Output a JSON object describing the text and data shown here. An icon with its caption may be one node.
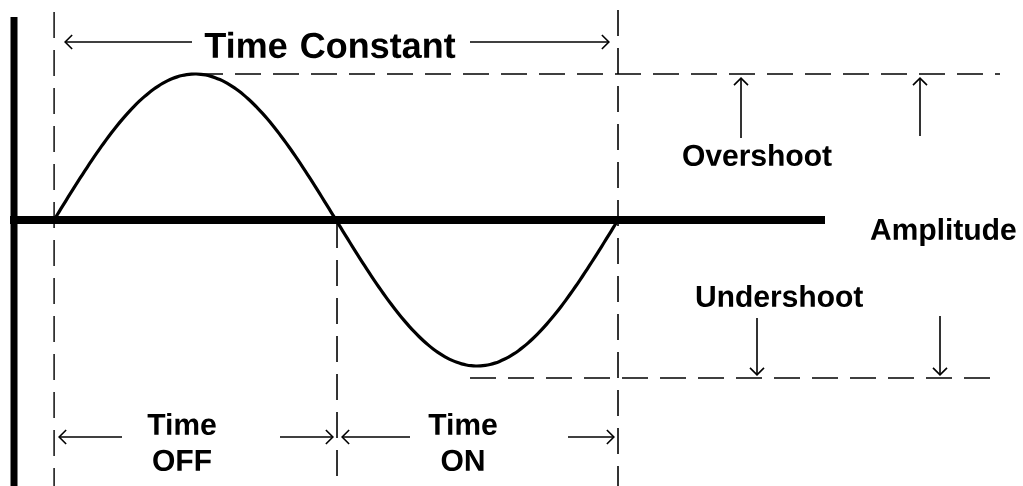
{
  "diagram": {
    "labels": [
      "Time Constant",
      "Overshoot",
      "Amplitude",
      "Undershoot",
      "Time OFF",
      "Time ON"
    ]
  }
}
